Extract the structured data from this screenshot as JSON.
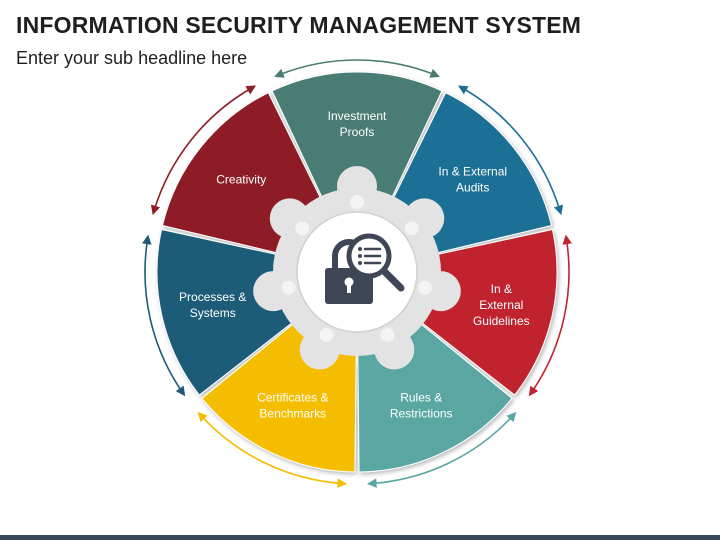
{
  "title": "INFORMATION SECURITY MANAGEMENT SYSTEM",
  "subtitle": "Enter your sub headline here",
  "segments": [
    {
      "lines": [
        "Investment",
        "Proofs"
      ],
      "color": "#4a7c72"
    },
    {
      "lines": [
        "In & External",
        "Audits"
      ],
      "color": "#1e6f96"
    },
    {
      "lines": [
        "In &",
        "External",
        "Guidelines"
      ],
      "color": "#c0242e"
    },
    {
      "lines": [
        "Rules &",
        "Restrictions"
      ],
      "color": "#5aa6a3"
    },
    {
      "lines": [
        "Certificates &",
        "Benchmarks"
      ],
      "color": "#f5bd00"
    },
    {
      "lines": [
        "Processes &",
        "Systems"
      ],
      "color": "#1d5b78"
    },
    {
      "lines": [
        "Creativity"
      ],
      "color": "#8e1e26"
    }
  ],
  "center_icon": "lock-with-magnifying-glass-checklist-icon",
  "colors": {
    "gear": "#e3e3e3",
    "gear_inner": "#f4f4f4",
    "icon_dark": "#3f4756"
  }
}
